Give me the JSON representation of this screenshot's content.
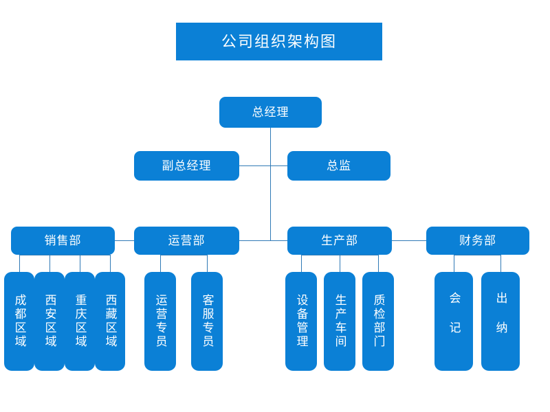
{
  "page": {
    "title": "公司组织架构图",
    "background": "#ffffff",
    "node_color": "#0b80d6",
    "line_color": "#2f79b5",
    "text_color": "#ffffff"
  },
  "chart_data": {
    "type": "diagram",
    "diagram_kind": "organization-chart",
    "title": "公司组织架构图",
    "orientation": "top-down",
    "nodes": [
      {
        "id": "gm",
        "label": "总经理",
        "level": 1,
        "parent": null
      },
      {
        "id": "deputy_gm",
        "label": "副总经理",
        "level": 2,
        "parent": "gm"
      },
      {
        "id": "director",
        "label": "总监",
        "level": 2,
        "parent": "gm"
      },
      {
        "id": "sales",
        "label": "销售部",
        "level": 3,
        "parent": "gm"
      },
      {
        "id": "operations",
        "label": "运营部",
        "level": 3,
        "parent": "gm"
      },
      {
        "id": "production",
        "label": "生产部",
        "level": 3,
        "parent": "gm"
      },
      {
        "id": "finance",
        "label": "财务部",
        "level": 3,
        "parent": "gm"
      },
      {
        "id": "chengdu",
        "label": "成都区域",
        "level": 4,
        "parent": "sales"
      },
      {
        "id": "xian",
        "label": "西安区域",
        "level": 4,
        "parent": "sales"
      },
      {
        "id": "chongqing",
        "label": "重庆区域",
        "level": 4,
        "parent": "sales"
      },
      {
        "id": "xizang",
        "label": "西藏区域",
        "level": 4,
        "parent": "sales"
      },
      {
        "id": "ops_spec",
        "label": "运营专员",
        "level": 4,
        "parent": "operations"
      },
      {
        "id": "cs_spec",
        "label": "客服专员",
        "level": 4,
        "parent": "operations"
      },
      {
        "id": "equipment",
        "label": "设备管理",
        "level": 4,
        "parent": "production"
      },
      {
        "id": "workshop",
        "label": "生产车间",
        "level": 4,
        "parent": "production"
      },
      {
        "id": "qc",
        "label": "质检部门",
        "level": 4,
        "parent": "production"
      },
      {
        "id": "accountant",
        "label": "会记",
        "level": 4,
        "parent": "finance"
      },
      {
        "id": "cashier",
        "label": "出纳",
        "level": 4,
        "parent": "finance"
      }
    ],
    "levels": {
      "1": [
        "总经理"
      ],
      "2": [
        "副总经理",
        "总监"
      ],
      "3": [
        "销售部",
        "运营部",
        "生产部",
        "财务部"
      ],
      "4": [
        "成都区域",
        "西安区域",
        "重庆区域",
        "西藏区域",
        "运营专员",
        "客服专员",
        "设备管理",
        "生产车间",
        "质检部门",
        "会记",
        "出纳"
      ]
    }
  }
}
